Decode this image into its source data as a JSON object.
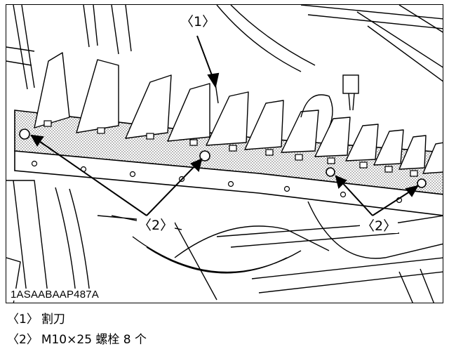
{
  "figure": {
    "code": "1ASAABAAP487A",
    "callouts": {
      "blade": "〈1〉",
      "bolt_left": "〈2〉",
      "bolt_right": "〈2〉"
    }
  },
  "legend": [
    {
      "marker": "〈1〉",
      "text": "割刀"
    },
    {
      "marker": "〈2〉",
      "text": "M10×25 螺栓 8 个"
    }
  ]
}
